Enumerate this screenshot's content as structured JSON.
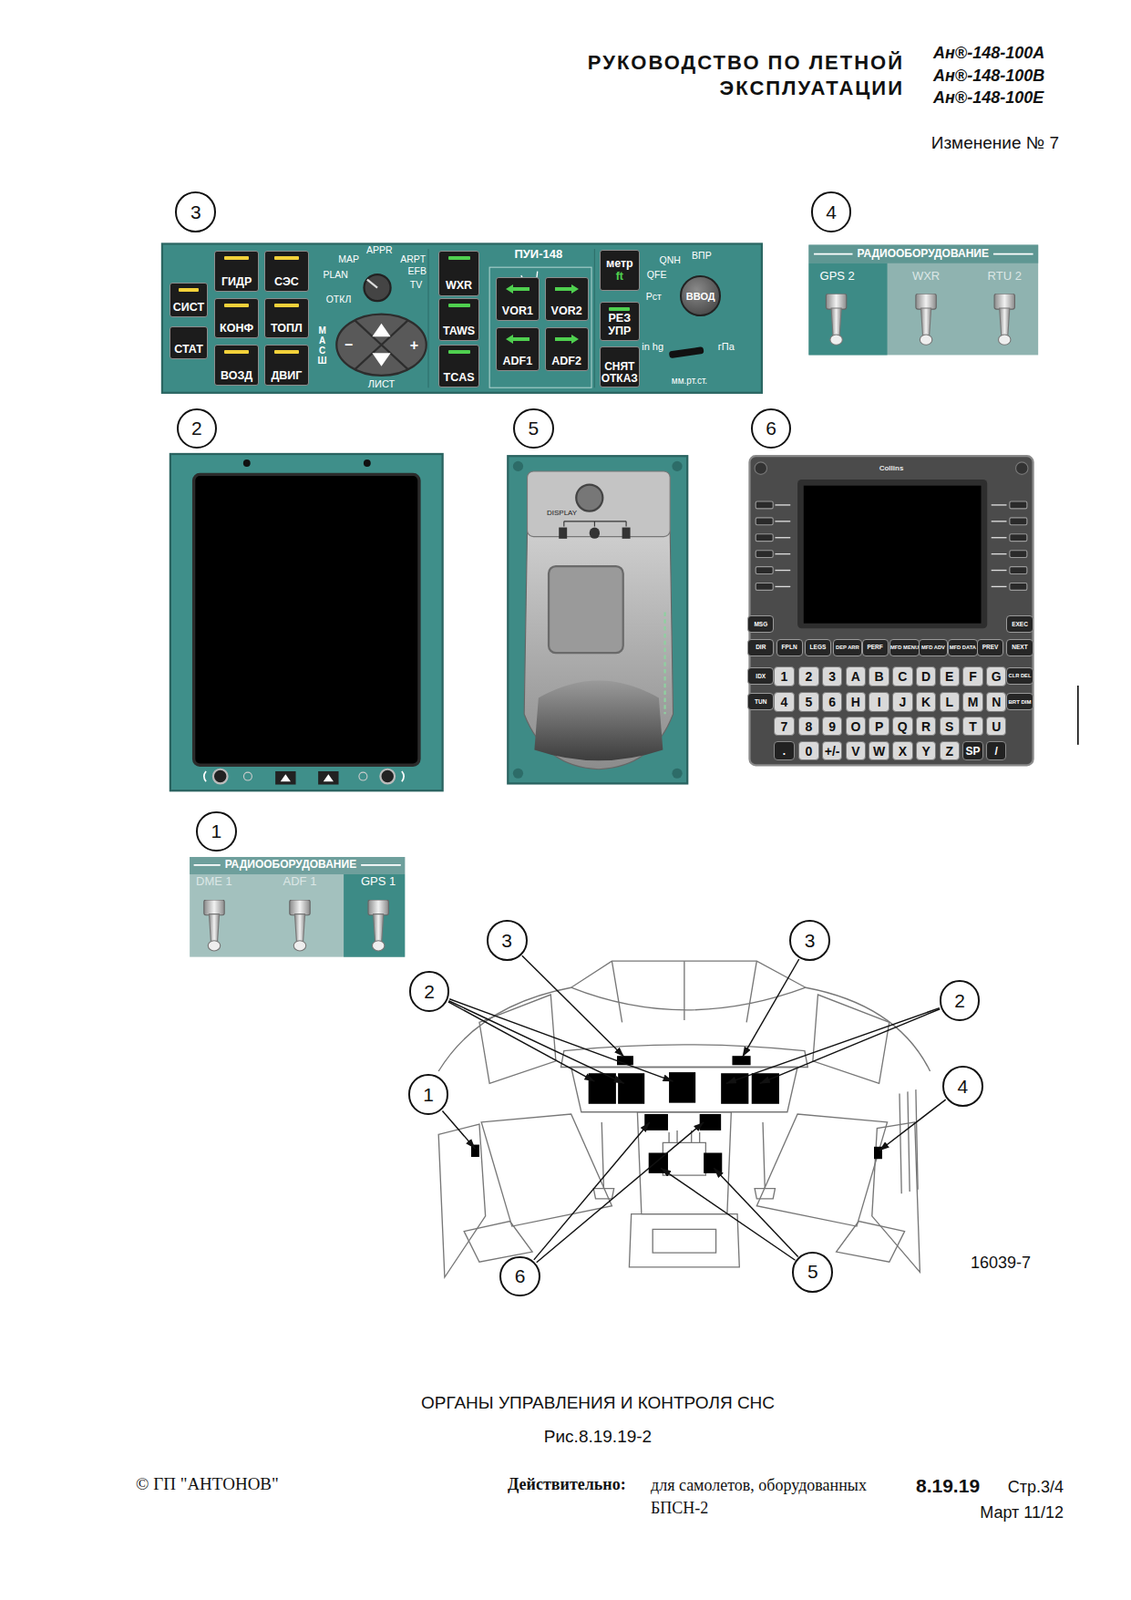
{
  "diagram": {
    "title": "РУКОВОДСТВО ПО ЛЕТНОЙ ЭКСПЛУАТАЦИИ",
    "caption": "ОРГАНЫ УПРАВЛЕНИЯ И КОНТРОЛЯ СНС",
    "nodes": [
      {
        "text": [
          "3"
        ]
      },
      {
        "text": [
          "ПУИ-148",
          "MAP",
          "APPR",
          "ARPT",
          "PLAN",
          "EFB",
          "TV",
          "ОТКЛ",
          "МАСШ",
          "ЛИСТ",
          "–",
          "+",
          "QNH",
          "ВПР",
          "QFE",
          "Рст",
          "in hg",
          "гПа",
          "мм.рт.ст."
        ]
      },
      {
        "text": [
          "СИСТ"
        ],
        "in": 1
      },
      {
        "text": [
          "СТАТ"
        ],
        "in": 1
      },
      {
        "text": [
          "ГИДР"
        ],
        "in": 1
      },
      {
        "text": [
          "СЭС"
        ],
        "in": 1
      },
      {
        "text": [
          "КОНФ"
        ],
        "in": 1
      },
      {
        "text": [
          "ТОПЛ"
        ],
        "in": 1
      },
      {
        "text": [
          "ВОЗД"
        ],
        "in": 1
      },
      {
        "text": [
          "ДВИГ"
        ],
        "in": 1
      },
      {
        "text": [
          "WXR"
        ],
        "in": 1
      },
      {
        "text": [
          "TAWS"
        ],
        "in": 1
      },
      {
        "text": [
          "TCAS"
        ],
        "in": 1
      },
      {
        "text": [
          "VOR1"
        ],
        "in": 1
      },
      {
        "text": [
          "VOR2"
        ],
        "in": 1
      },
      {
        "text": [
          "ADF1"
        ],
        "in": 1
      },
      {
        "text": [
          "ADF2"
        ],
        "in": 1
      },
      {
        "text": [
          "метр",
          "ft"
        ],
        "in": 1
      },
      {
        "text": [
          "РЕЗ УПР"
        ],
        "in": 1
      },
      {
        "text": [
          "СНЯТ ОТКАЗ"
        ],
        "in": 1
      },
      {
        "text": [
          "ВВОД"
        ],
        "in": 1
      },
      {
        "text": [
          "4"
        ]
      },
      {
        "text": [
          "РАДИООБОРУДОВАНИЕ",
          "GPS 2",
          "WXR",
          "RTU 2"
        ]
      },
      {
        "text": [
          "2"
        ]
      },
      {
        "text": [
          "5"
        ]
      },
      {
        "text": [
          "6"
        ]
      },
      {
        "text": [
          "DISPLAY"
        ]
      },
      {
        "text": [
          "Collins"
        ]
      },
      {
        "text": [
          "MSG"
        ],
        "in": 27
      },
      {
        "text": [
          "EXEC"
        ],
        "in": 27
      },
      {
        "text": [
          "DIR"
        ],
        "in": 27
      },
      {
        "text": [
          "FPLN"
        ],
        "in": 27
      },
      {
        "text": [
          "LEGS"
        ],
        "in": 27
      },
      {
        "text": [
          "DEP ARR"
        ],
        "in": 27
      },
      {
        "text": [
          "PERF"
        ],
        "in": 27
      },
      {
        "text": [
          "MFD MENU"
        ],
        "in": 27
      },
      {
        "text": [
          "MFD ADV"
        ],
        "in": 27
      },
      {
        "text": [
          "MFD DATA"
        ],
        "in": 27
      },
      {
        "text": [
          "PREV"
        ],
        "in": 27
      },
      {
        "text": [
          "NEXT"
        ],
        "in": 27
      },
      {
        "text": [
          "IDX"
        ],
        "in": 27
      },
      {
        "text": [
          "1"
        ],
        "in": 27
      },
      {
        "text": [
          "2"
        ],
        "in": 27
      },
      {
        "text": [
          "3"
        ],
        "in": 27
      },
      {
        "text": [
          "A"
        ],
        "in": 27
      },
      {
        "text": [
          "B"
        ],
        "in": 27
      },
      {
        "text": [
          "C"
        ],
        "in": 27
      },
      {
        "text": [
          "D"
        ],
        "in": 27
      },
      {
        "text": [
          "E"
        ],
        "in": 27
      },
      {
        "text": [
          "F"
        ],
        "in": 27
      },
      {
        "text": [
          "G"
        ],
        "in": 27
      },
      {
        "text": [
          "CLR DEL"
        ],
        "in": 27
      },
      {
        "text": [
          "TUN"
        ],
        "in": 27
      },
      {
        "text": [
          "4"
        ],
        "in": 27
      },
      {
        "text": [
          "5"
        ],
        "in": 27
      },
      {
        "text": [
          "6"
        ],
        "in": 27
      },
      {
        "text": [
          "H"
        ],
        "in": 27
      },
      {
        "text": [
          "I"
        ],
        "in": 27
      },
      {
        "text": [
          "J"
        ],
        "in": 27
      },
      {
        "text": [
          "K"
        ],
        "in": 27
      },
      {
        "text": [
          "L"
        ],
        "in": 27
      },
      {
        "text": [
          "M"
        ],
        "in": 27
      },
      {
        "text": [
          "N"
        ],
        "in": 27
      },
      {
        "text": [
          "BRT DIM"
        ],
        "in": 27
      },
      {
        "text": [
          "7"
        ],
        "in": 27
      },
      {
        "text": [
          "8"
        ],
        "in": 27
      },
      {
        "text": [
          "9"
        ],
        "in": 27
      },
      {
        "text": [
          "O"
        ],
        "in": 27
      },
      {
        "text": [
          "P"
        ],
        "in": 27
      },
      {
        "text": [
          "Q"
        ],
        "in": 27
      },
      {
        "text": [
          "R"
        ],
        "in": 27
      },
      {
        "text": [
          "S"
        ],
        "in": 27
      },
      {
        "text": [
          "T"
        ],
        "in": 27
      },
      {
        "text": [
          "U"
        ],
        "in": 27
      },
      {
        "text": [
          "."
        ],
        "in": 27
      },
      {
        "text": [
          "0"
        ],
        "in": 27
      },
      {
        "text": [
          "+/-"
        ],
        "in": 27
      },
      {
        "text": [
          "V"
        ],
        "in": 27
      },
      {
        "text": [
          "W"
        ],
        "in": 27
      },
      {
        "text": [
          "X"
        ],
        "in": 27
      },
      {
        "text": [
          "Y"
        ],
        "in": 27
      },
      {
        "text": [
          "Z"
        ],
        "in": 27
      },
      {
        "text": [
          "SP"
        ],
        "in": 27
      },
      {
        "text": [
          "/"
        ],
        "in": 27
      },
      {
        "text": [
          "1"
        ]
      },
      {
        "text": [
          "РАДИООБОРУДОВАНИЕ",
          "DME 1",
          "ADF 1",
          "GPS 1"
        ]
      },
      {
        "text": [
          "3"
        ]
      },
      {
        "text": [
          "3"
        ]
      },
      {
        "text": [
          "2"
        ]
      },
      {
        "text": [
          "2"
        ]
      },
      {
        "text": [
          "1"
        ]
      },
      {
        "text": [
          "4"
        ]
      },
      {
        "text": [
          "6"
        ]
      },
      {
        "text": [
          "5"
        ]
      }
    ],
    "labels": [
      "Ан®-148-100А",
      "Ан®-148-100В",
      "Ан®-148-100Е",
      "Изменение № 7",
      "16039-7",
      "Рис.8.19.19-2",
      "© ГП \"АНТОНОВ\"",
      "Действительно:",
      "для самолетов, оборудованных БПСН-2",
      "8.19.19",
      "Стр.3/4",
      "Март 11/12"
    ]
  }
}
